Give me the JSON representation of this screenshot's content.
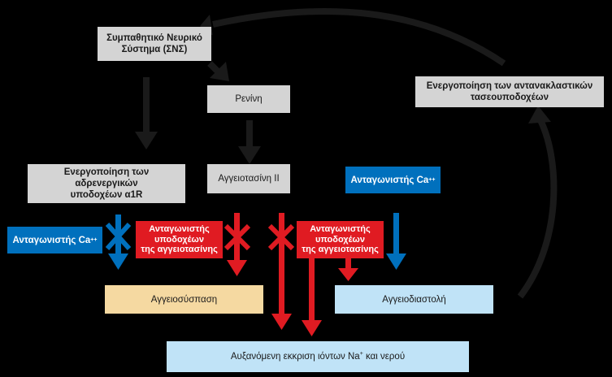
{
  "colors": {
    "background": "#000000",
    "gray": "#d4d4d4",
    "blue": "#0070bd",
    "red": "#e01b22",
    "beige": "#f5d9a1",
    "lightblue": "#c0e3f7",
    "arrow_dark": "#1a1a1a"
  },
  "nodes": {
    "sns_line1": "Συμπαθητικό Νευρικό",
    "sns_line2": "Σύστημα (ΣΝΣ)",
    "renin": "Ρενίνη",
    "baroreceptor_line1": "Ενεργοποίηση των αντανακλαστικών",
    "baroreceptor_line2": "τασεουποδοχέων",
    "adrenergic_line1": "Ενεργοποίηση των αδρενεργικών",
    "adrenergic_line2": "υποδοχέων α1R",
    "angiotensin": "Αγγειοτασίνη ΙΙ",
    "ca_antagonist_right": "Ανταγωνιστής Ca",
    "ca_antagonist_left": "Ανταγωνιστής Ca",
    "ca_superscript": "++",
    "arb_left_line1": "Ανταγωνιστής",
    "arb_left_line2": "υποδοχέων",
    "arb_left_line3": "της αγγειοτασίνης",
    "arb_right_line1": "Ανταγωνιστής",
    "arb_right_line2": "υποδοχέων",
    "arb_right_line3": "της αγγειοτασίνης",
    "vasoconstriction": "Αγγειοσύσπαση",
    "vasodilation": "Αγγειοδιαστολή",
    "natriuresis_pre": "Αυξανόμενη εκκριση ιόντων Na",
    "natriuresis_sup": "+",
    "natriuresis_post": " και νερού"
  }
}
